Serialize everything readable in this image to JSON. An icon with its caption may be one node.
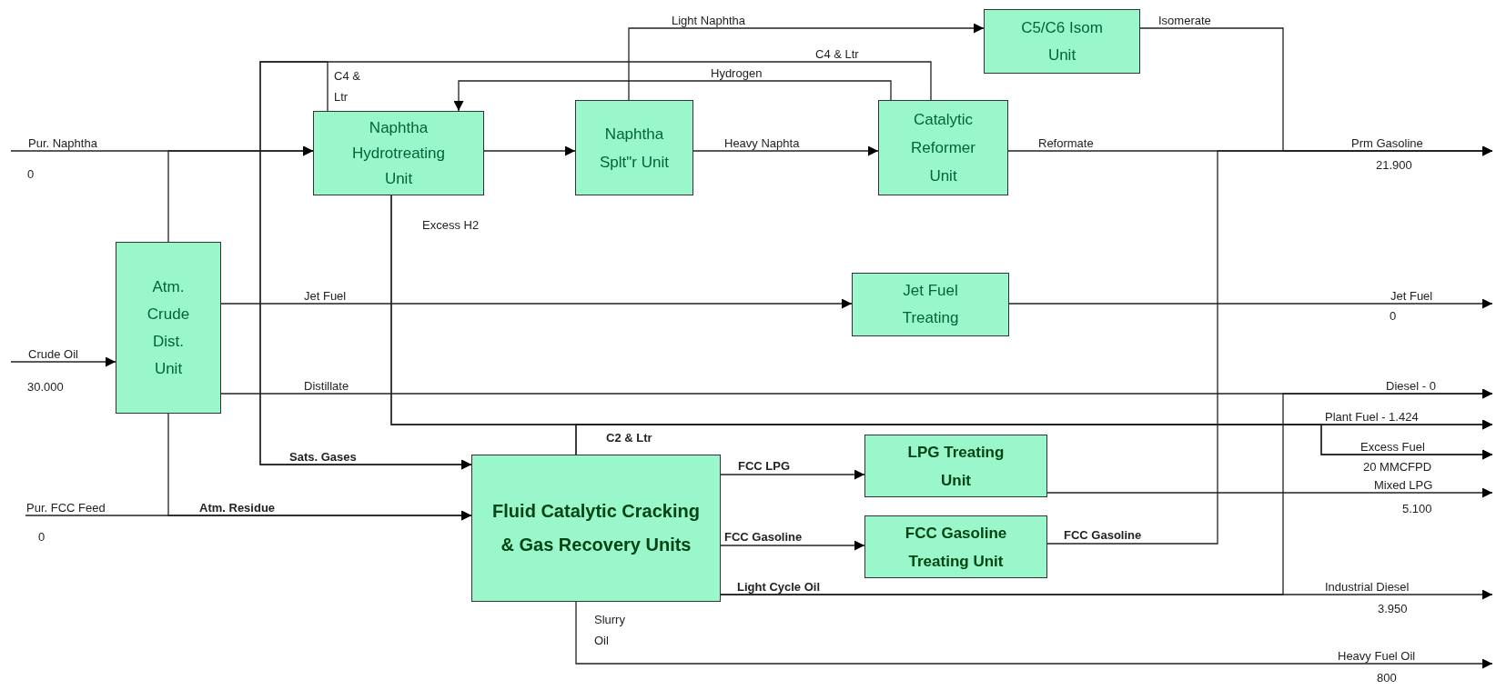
{
  "diagram": {
    "nodes": [
      {
        "text": [
          "Naphtha Hydrotreating Unit"
        ]
      },
      {
        "text": [
          "Naphtha Splt\"r Unit"
        ]
      },
      {
        "text": [
          "Catalytic Reformer Unit"
        ]
      },
      {
        "text": [
          "C5/C6 Isom Unit"
        ]
      },
      {
        "text": [
          "Atm. Crude Dist. Unit"
        ]
      },
      {
        "text": [
          "Jet Fuel Treating"
        ]
      },
      {
        "text": [
          "Fluid Catalytic Cracking & Gas Recovery Units"
        ]
      },
      {
        "text": [
          "LPG Treating Unit"
        ]
      },
      {
        "text": [
          "FCC Gasoline Treating Unit"
        ]
      }
    ],
    "edges": [
      {
        "from": null,
        "to": 0,
        "arrow": "to",
        "label": "Pur. Naphtha"
      },
      {
        "from": 4,
        "to": 0,
        "arrow": "to"
      },
      {
        "from": null,
        "to": 4,
        "arrow": "to",
        "label": "Crude Oil"
      },
      {
        "from": null,
        "to": 6,
        "arrow": "to",
        "label": "Pur. FCC Feed"
      },
      {
        "from": 4,
        "to": 6,
        "arrow": "to",
        "label": "Atm. Residue"
      },
      {
        "from": 0,
        "to": 1,
        "arrow": "to"
      },
      {
        "from": 1,
        "to": 2,
        "arrow": "to",
        "label": "Heavy Naphta"
      },
      {
        "from": 1,
        "to": 3,
        "arrow": "to",
        "label": "Light Naphtha"
      },
      {
        "from": 2,
        "to": 0,
        "arrow": "to",
        "label": "Hydrogen"
      },
      {
        "from": 0,
        "to": 6,
        "arrow": "to",
        "label": "C4 & Ltr"
      },
      {
        "from": 2,
        "to": 6,
        "arrow": "to",
        "label": "C4 & Ltr"
      },
      {
        "from": 3,
        "to": null,
        "arrow": "to",
        "label": "Isomerate"
      },
      {
        "from": 2,
        "to": null,
        "arrow": "to",
        "label": "Reformate"
      },
      {
        "from": 8,
        "to": null,
        "arrow": "to",
        "label": "FCC Gasoline"
      },
      {
        "from": 4,
        "to": 5,
        "arrow": "to",
        "label": "Jet Fuel"
      },
      {
        "from": 5,
        "to": null,
        "arrow": "to"
      },
      {
        "from": 4,
        "to": null,
        "arrow": "to",
        "label": "Distillate"
      },
      {
        "from": 6,
        "to": null,
        "arrow": "to"
      },
      {
        "from": 6,
        "to": null,
        "arrow": "to"
      },
      {
        "from": 0,
        "to": null,
        "arrow": "to",
        "label": "Excess H2"
      },
      {
        "from": 6,
        "to": null,
        "arrow": "to",
        "label": "C2 & Ltr"
      },
      {
        "from": 0,
        "to": null,
        "arrow": "to"
      },
      {
        "from": 6,
        "to": null,
        "arrow": "to"
      },
      {
        "from": 6,
        "to": 7,
        "arrow": "to",
        "label": "FCC LPG"
      },
      {
        "from": 6,
        "to": 8,
        "arrow": "to",
        "label": "FCC Gasoline"
      },
      {
        "from": 7,
        "to": null,
        "arrow": "to"
      },
      {
        "from": 6,
        "to": null,
        "arrow": "to",
        "label": "Slurry Oil"
      }
    ],
    "labels": [
      "0",
      "30.000",
      "0",
      "Sats. Gases",
      "Prm Gasoline",
      "21.900",
      "Jet Fuel",
      "0",
      "Diesel - 0",
      "Plant Fuel - 1.424",
      "Excess Fuel",
      "20 MMCFPD",
      "Mixed LPG",
      "5.100",
      "Light Cycle Oil",
      "Industrial Diesel",
      "3.950",
      "Heavy Fuel Oil",
      "800"
    ]
  }
}
